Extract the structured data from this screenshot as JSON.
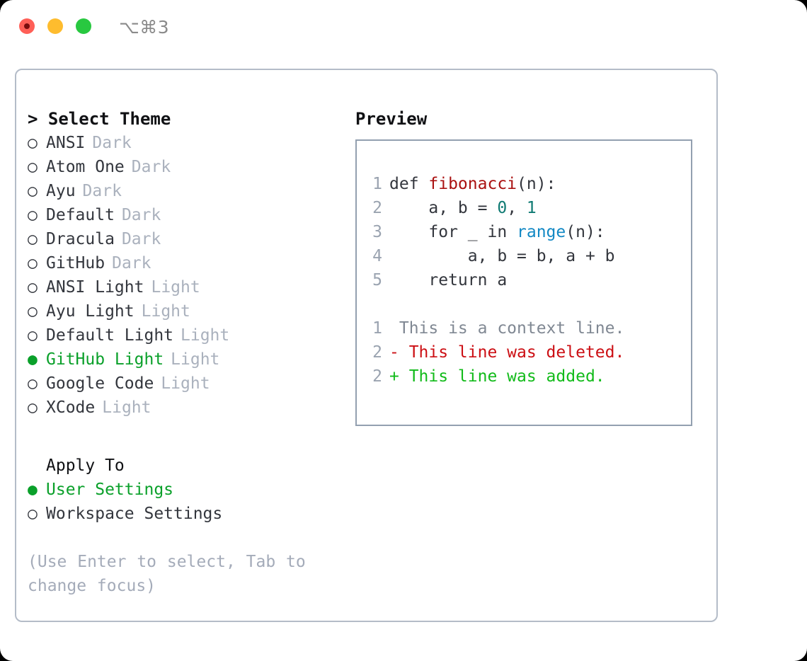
{
  "titlebar": {
    "traffic_lights": [
      {
        "name": "close-button",
        "color": "#ff5f57"
      },
      {
        "name": "minimize-button",
        "color": "#febc2e"
      },
      {
        "name": "zoom-button",
        "color": "#28c840"
      }
    ],
    "shortcut": "⌥⌘3"
  },
  "theme_picker": {
    "heading": "> Select Theme",
    "items": [
      {
        "bullet": "○",
        "label": "ANSI",
        "variant": "Dark",
        "selected": false
      },
      {
        "bullet": "○",
        "label": "Atom One",
        "variant": "Dark",
        "selected": false
      },
      {
        "bullet": "○",
        "label": "Ayu",
        "variant": "Dark",
        "selected": false
      },
      {
        "bullet": "○",
        "label": "Default",
        "variant": "Dark",
        "selected": false
      },
      {
        "bullet": "○",
        "label": "Dracula",
        "variant": "Dark",
        "selected": false
      },
      {
        "bullet": "○",
        "label": "GitHub",
        "variant": "Dark",
        "selected": false
      },
      {
        "bullet": "○",
        "label": "ANSI Light",
        "variant": "Light",
        "selected": false
      },
      {
        "bullet": "○",
        "label": "Ayu Light",
        "variant": "Light",
        "selected": false
      },
      {
        "bullet": "○",
        "label": "Default Light",
        "variant": "Light",
        "selected": false
      },
      {
        "bullet": "●",
        "label": "GitHub Light",
        "variant": "Light",
        "selected": true
      },
      {
        "bullet": "○",
        "label": "Google Code",
        "variant": "Light",
        "selected": false
      },
      {
        "bullet": "○",
        "label": "XCode",
        "variant": "Light",
        "selected": false
      }
    ]
  },
  "apply_to": {
    "heading": "Apply To",
    "items": [
      {
        "bullet": "●",
        "label": "User Settings",
        "selected": true
      },
      {
        "bullet": "○",
        "label": "Workspace Settings",
        "selected": false
      }
    ]
  },
  "hint": "(Use Enter to select, Tab to change focus)",
  "preview": {
    "heading": "Preview",
    "code_lines": [
      {
        "num": "1",
        "tokens": [
          {
            "text": "def ",
            "type": "plain"
          },
          {
            "text": "fibonacci",
            "type": "fn"
          },
          {
            "text": "(n):",
            "type": "plain"
          }
        ]
      },
      {
        "num": "2",
        "tokens": [
          {
            "text": "    a, b = ",
            "type": "plain"
          },
          {
            "text": "0",
            "type": "num"
          },
          {
            "text": ", ",
            "type": "plain"
          },
          {
            "text": "1",
            "type": "num"
          }
        ]
      },
      {
        "num": "3",
        "tokens": [
          {
            "text": "    for _ in ",
            "type": "plain"
          },
          {
            "text": "range",
            "type": "call"
          },
          {
            "text": "(n):",
            "type": "plain"
          }
        ]
      },
      {
        "num": "4",
        "tokens": [
          {
            "text": "        a, b = b, a + b",
            "type": "plain"
          }
        ]
      },
      {
        "num": "5",
        "tokens": [
          {
            "text": "    return a",
            "type": "plain"
          }
        ]
      }
    ],
    "diff_lines": [
      {
        "num": "1",
        "marker": " ",
        "text": " This is a context line.",
        "kind": "context"
      },
      {
        "num": "2",
        "marker": "-",
        "text": "- This line was deleted.",
        "kind": "deleted"
      },
      {
        "num": "2",
        "marker": "+",
        "text": "+ This line was added.",
        "kind": "added"
      }
    ]
  },
  "colors": {
    "accent_green": "#0aa02a",
    "muted": "#aab1bd",
    "body_text": "#33363d",
    "panel_border": "#b4bcc8",
    "preview_border": "#93a0b0",
    "diff_deleted": "#cc0f14",
    "diff_added": "#12bb1a",
    "syntax_function": "#aa1111",
    "syntax_number": "#0f7a73",
    "syntax_call": "#1288c4"
  }
}
